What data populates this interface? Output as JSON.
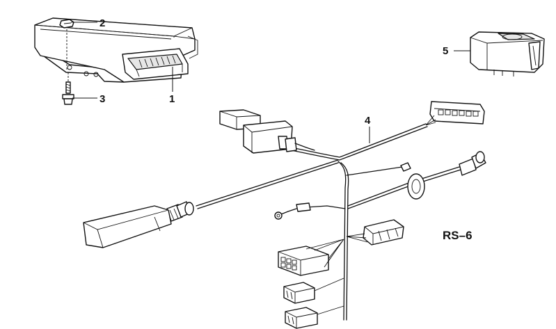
{
  "diagram": {
    "code_label": "RS–6",
    "callouts": [
      {
        "id": "1",
        "label": "1"
      },
      {
        "id": "2",
        "label": "2"
      },
      {
        "id": "3",
        "label": "3"
      },
      {
        "id": "4",
        "label": "4"
      },
      {
        "id": "5",
        "label": "5"
      }
    ]
  }
}
